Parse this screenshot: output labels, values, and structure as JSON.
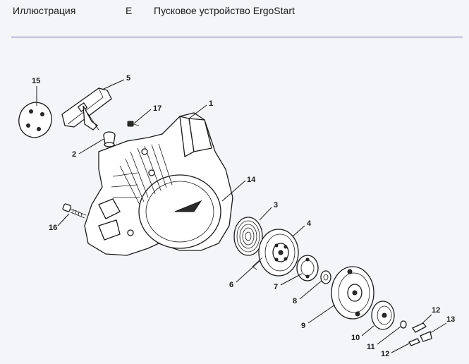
{
  "header": {
    "section": "Иллюстрация",
    "code": "E",
    "title": "Пусковое устройство ErgoStart"
  },
  "callouts": [
    "1",
    "2",
    "3",
    "4",
    "5",
    "6",
    "7",
    "8",
    "9",
    "10",
    "11",
    "12",
    "12",
    "13",
    "14",
    "15",
    "16",
    "17"
  ],
  "colors": {
    "divider": "#6d5fa3",
    "line": "#1a1a1a",
    "background": "#f4f5f8"
  }
}
